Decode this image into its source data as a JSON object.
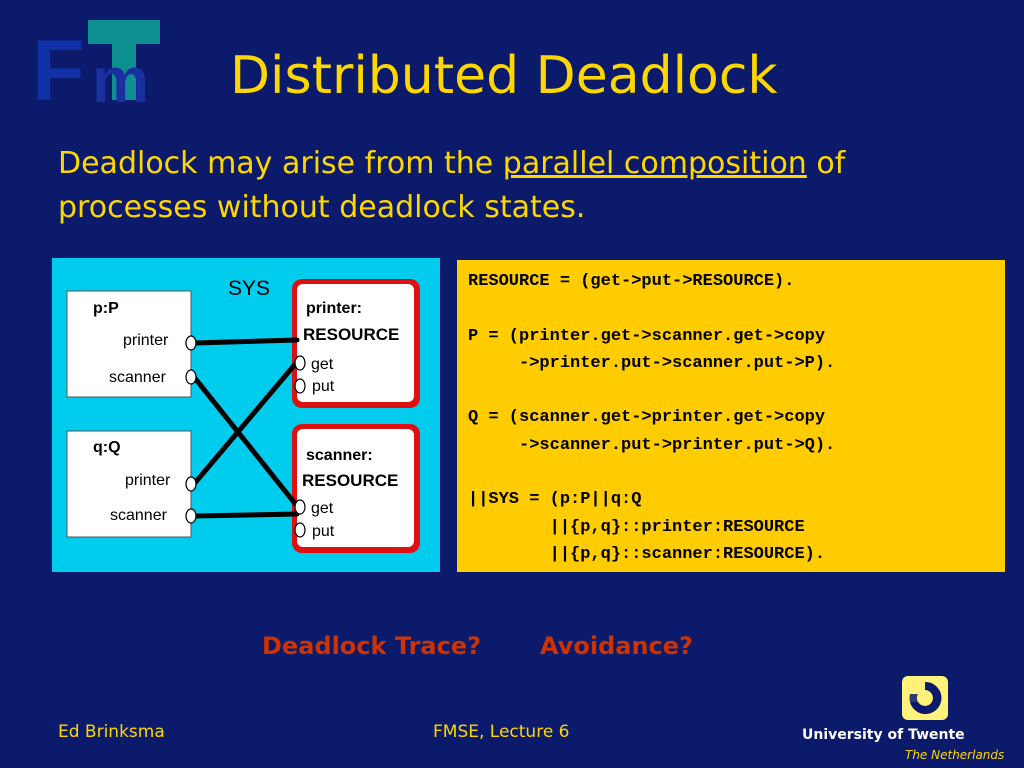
{
  "header": {
    "title": "Distributed Deadlock"
  },
  "intro": {
    "before": "Deadlock may arise from the ",
    "link": "parallel composition",
    "after_line1": " of",
    "line2": "processes without deadlock states."
  },
  "diagram": {
    "sys_label": "SYS",
    "process_p": {
      "name": "p:P",
      "port1": "printer",
      "port2": "scanner"
    },
    "process_q": {
      "name": "q:Q",
      "port1": "printer",
      "port2": "scanner"
    },
    "resource_printer": {
      "label1": "printer:",
      "label2": "RESOURCE",
      "port1": "get",
      "port2": "put"
    },
    "resource_scanner": {
      "label1": "scanner:",
      "label2": "RESOURCE",
      "port1": "get",
      "port2": "put"
    }
  },
  "code": {
    "lines": [
      "RESOURCE = (get->put->RESOURCE).",
      "",
      "P = (printer.get->scanner.get->copy",
      "     ->printer.put->scanner.put->P).",
      "",
      "Q = (scanner.get->printer.get->copy",
      "     ->scanner.put->printer.put->Q).",
      "",
      "||SYS = (p:P||q:Q",
      "        ||{p,q}::printer:RESOURCE",
      "        ||{p,q}::scanner:RESOURCE)."
    ]
  },
  "questions": {
    "q1": "Deadlock Trace?",
    "q2": "Avoidance?"
  },
  "footer": {
    "author": "Ed Brinksma",
    "lecture": "FMSE, Lecture 6",
    "university": "University of Twente",
    "country": "The Netherlands"
  },
  "colors": {
    "background": "#0b1a6b",
    "title": "#ffd700",
    "diagram_bg": "#00ccee",
    "code_bg": "#ffcc00",
    "question": "#cc3300",
    "resource_border": "#dd1111"
  }
}
